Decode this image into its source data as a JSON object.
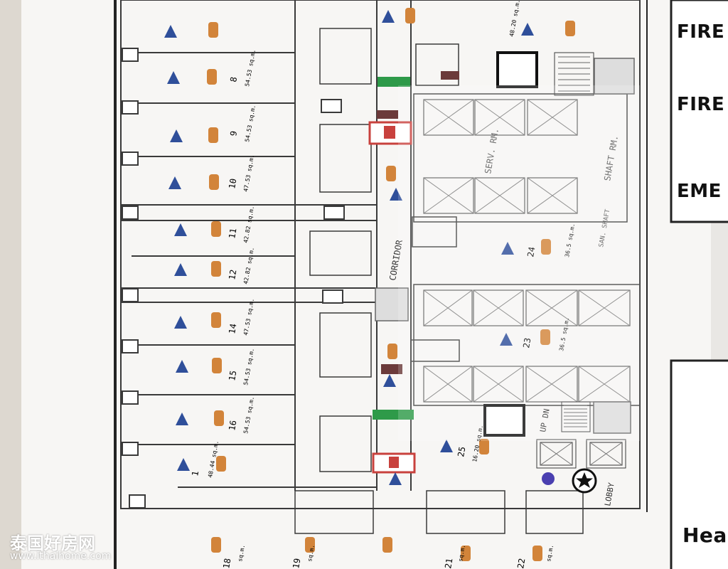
{
  "labels": {
    "corridor": "CORRIDOR",
    "serv_rm": "SERV. RM.",
    "shaft_rm": "SHAFT RM.",
    "san_shaft": "SAN. SHAFT",
    "lobby": "LOBBY",
    "up_dn": "UP DN"
  },
  "left_units": [
    {
      "num": "8",
      "area": "54.53 sq.m."
    },
    {
      "num": "9",
      "area": "54.53 sq.m."
    },
    {
      "num": "10",
      "area": "47.53 sq.m."
    },
    {
      "num": "11",
      "area": "42.82 sq.m."
    },
    {
      "num": "12",
      "area": "42.82 sq.m."
    },
    {
      "num": "14",
      "area": "47.53 sq.m."
    },
    {
      "num": "15",
      "area": "54.53 sq.m."
    },
    {
      "num": "16",
      "area": "54.53 sq.m."
    },
    {
      "num": "1",
      "area": "48.44 sq.m."
    }
  ],
  "right_units": [
    {
      "num": "24",
      "area": "36.5 sq.m."
    },
    {
      "num": "23",
      "area": "36.5 sq.m."
    },
    {
      "num": "25",
      "area": "16.20 sq.m."
    },
    {
      "num": "",
      "area": "48.20 sq.m."
    }
  ],
  "bottom_units": [
    {
      "num": "18",
      "area": "sq.m."
    },
    {
      "num": "19",
      "area": "sq.m."
    },
    {
      "num": "21",
      "area": "sq.m."
    },
    {
      "num": "22",
      "area": "sq.m."
    }
  ],
  "legend": {
    "item1": "FIRE",
    "item2": "FIRE",
    "item3": "EME",
    "item4": "Hea"
  },
  "watermark": {
    "brand": "泰国好房网",
    "url": "www.ithaihome.com"
  },
  "colors": {
    "line": "#3a3a3a",
    "triangle": "#2f4f9a",
    "orange": "#d2843a",
    "exit_green": "#2e9a49",
    "alarm_red": "#c8413d",
    "paper": "#f7f6f4"
  }
}
